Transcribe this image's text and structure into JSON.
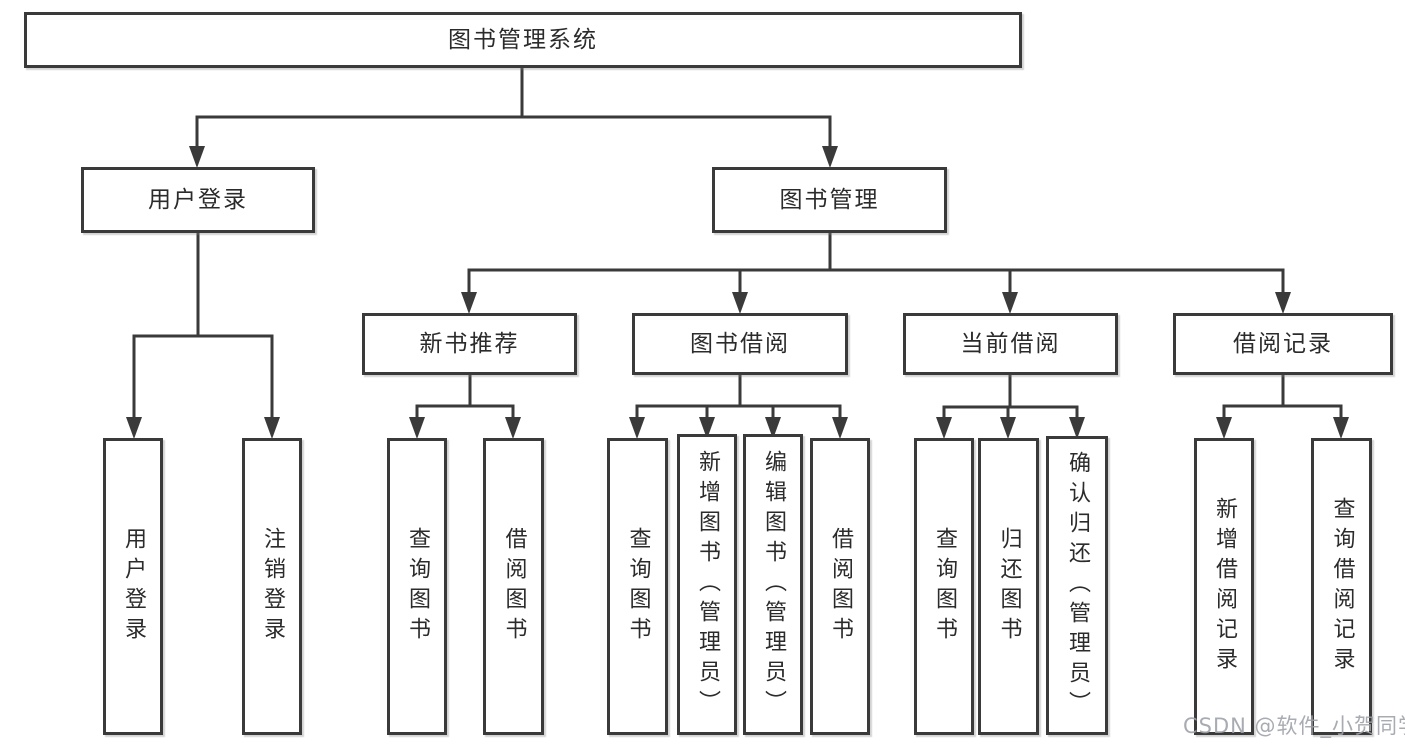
{
  "tree": {
    "label": "图书管理系统",
    "children": [
      {
        "label": "用户登录",
        "children": [
          {
            "label": "用户登录"
          },
          {
            "label": "注销登录"
          }
        ]
      },
      {
        "label": "图书管理",
        "children": [
          {
            "label": "新书推荐",
            "children": [
              {
                "label": "查询图书"
              },
              {
                "label": "借阅图书"
              }
            ]
          },
          {
            "label": "图书借阅",
            "children": [
              {
                "label": "查询图书"
              },
              {
                "label": "新增图书（管理员）"
              },
              {
                "label": "编辑图书（管理员）"
              },
              {
                "label": "借阅图书"
              }
            ]
          },
          {
            "label": "当前借阅",
            "children": [
              {
                "label": "查询图书"
              },
              {
                "label": "归还图书"
              },
              {
                "label": "确认归还（管理员）"
              }
            ]
          },
          {
            "label": "借阅记录",
            "children": [
              {
                "label": "新增借阅记录"
              },
              {
                "label": "查询借阅记录"
              }
            ]
          }
        ]
      }
    ]
  },
  "watermark": {
    "text": "CSDN @软件_小贺同学"
  },
  "colors": {
    "line": "#3a3a3a",
    "box_border": "#3a3a3a",
    "box_fill": "#ffffff",
    "text": "#2b2b2b",
    "watermark": "#9ea3aa",
    "background": "#ffffff"
  }
}
